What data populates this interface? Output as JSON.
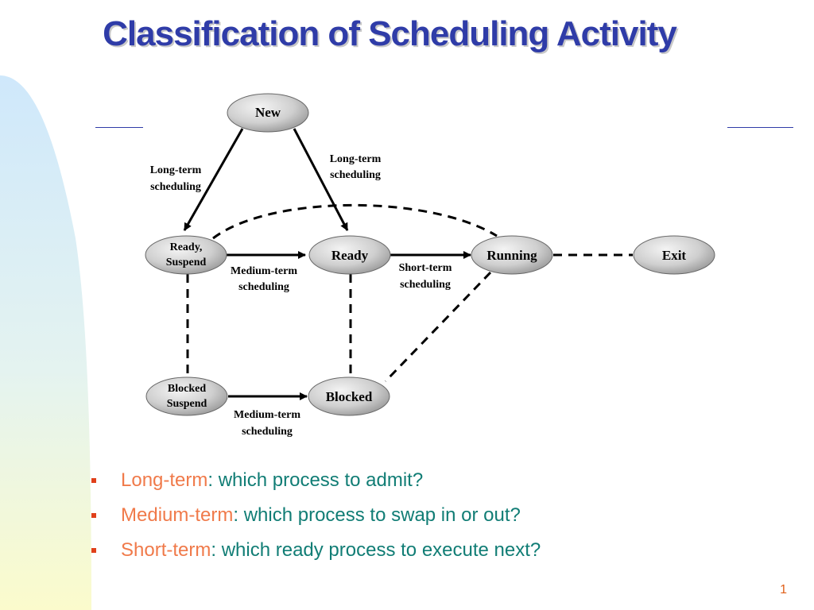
{
  "slide": {
    "title": "Classification of Scheduling Activity",
    "page_number": "1",
    "colors": {
      "title": "#2f3ca8",
      "term": "#f07a4a",
      "desc": "#117d75",
      "bullet": "#e0401a"
    }
  },
  "diagram": {
    "nodes": {
      "new": {
        "label": "New"
      },
      "ready_suspend": {
        "line1": "Ready,",
        "line2": "Suspend"
      },
      "ready": {
        "label": "Ready"
      },
      "running": {
        "label": "Running"
      },
      "exit": {
        "label": "Exit"
      },
      "blocked_suspend": {
        "line1": "Blocked",
        "line2": "Suspend"
      },
      "blocked": {
        "label": "Blocked"
      }
    },
    "edge_labels": {
      "new_to_ready_suspend": {
        "line1": "Long-term",
        "line2": "scheduling"
      },
      "new_to_ready": {
        "line1": "Long-term",
        "line2": "scheduling"
      },
      "ready_suspend_to_ready": {
        "line1": "Medium-term",
        "line2": "scheduling"
      },
      "ready_to_running": {
        "line1": "Short-term",
        "line2": "scheduling"
      },
      "blocked_suspend_to_blocked": {
        "line1": "Medium-term",
        "line2": "scheduling"
      }
    }
  },
  "bullets": [
    {
      "term": "Long-term",
      "desc": ": which process to admit?"
    },
    {
      "term": "Medium-term",
      "desc": ": which process to swap in or out?"
    },
    {
      "term": "Short-term",
      "desc": ": which ready process to execute next?"
    }
  ]
}
